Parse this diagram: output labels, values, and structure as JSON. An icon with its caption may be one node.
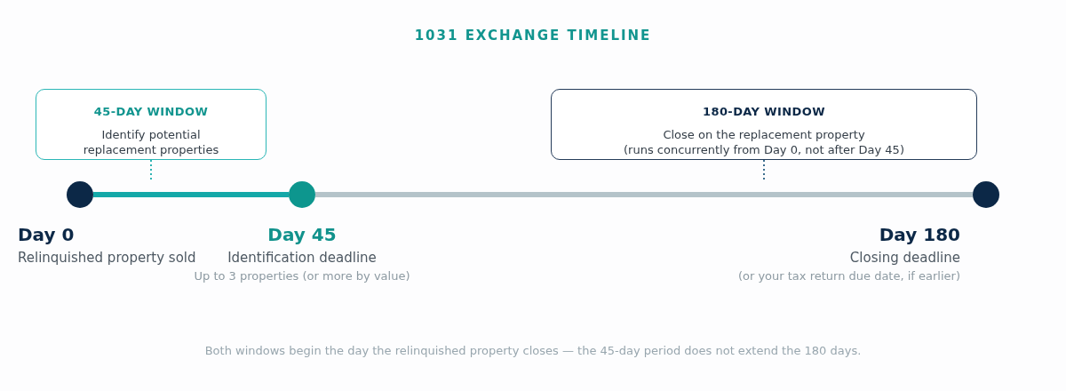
{
  "diagram": {
    "title": "1031 EXCHANGE TIMELINE",
    "caption": "Both windows begin the day the relinquished property closes — the 45-day period does not extend the 180 days.",
    "nodes": [
      {
        "text": [
          "45-DAY WINDOW",
          "Identify potential replacement properties"
        ]
      },
      {
        "text": [
          "180-DAY WINDOW",
          "Close on the replacement property (runs concurrently from Day 0, not after Day 45)"
        ]
      },
      {
        "text": [],
        "shape": "circle",
        "beside": [
          "Day 0",
          "Relinquished property sold"
        ]
      },
      {
        "text": [],
        "shape": "circle",
        "beside": [
          "Day 45",
          "Identification deadline",
          "Up to 3 properties (or more by value)"
        ]
      },
      {
        "text": [],
        "shape": "circle",
        "beside": [
          "Day 180",
          "Closing deadline",
          "(or your tax return due date, if earlier)"
        ]
      }
    ],
    "edges": [
      {
        "from": 2,
        "to": 3,
        "arrow": "none",
        "style": "thick",
        "color": "#14a8a8"
      },
      {
        "from": 3,
        "to": 4,
        "arrow": "none",
        "style": "thick",
        "color": "#b4c3c9"
      },
      {
        "from": 0,
        "to": null,
        "arrow": "none",
        "style": "dashed",
        "color": "#2fb3b3"
      },
      {
        "from": 1,
        "to": null,
        "arrow": "none",
        "style": "dashed",
        "color": "#3d6e8e"
      }
    ]
  }
}
